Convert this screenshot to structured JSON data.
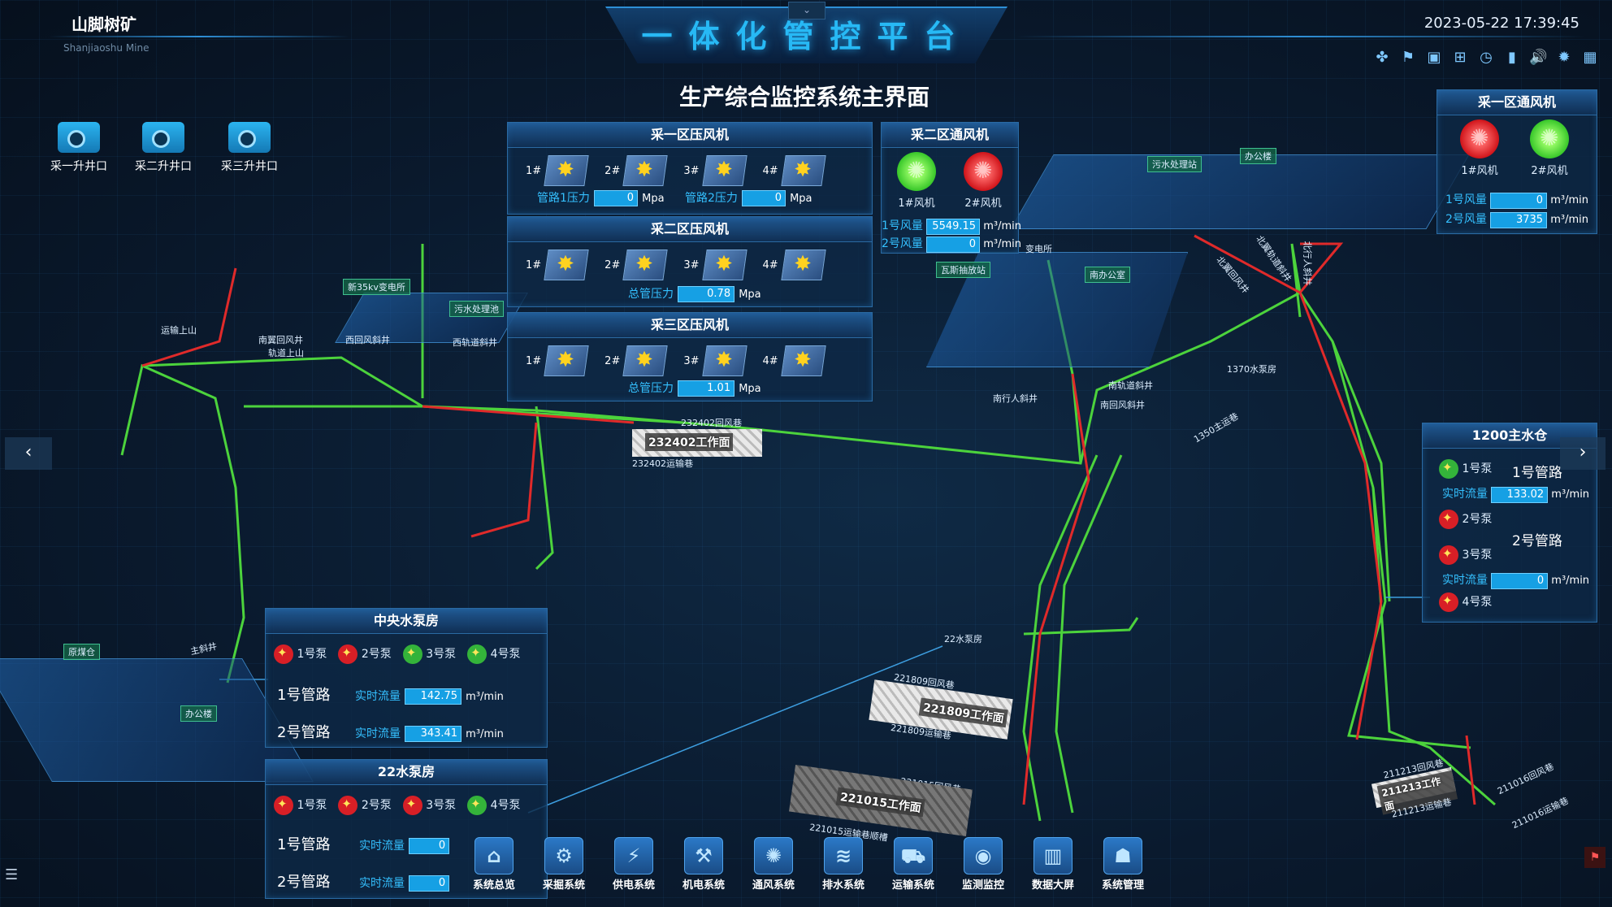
{
  "header": {
    "brand": "山脚树矿",
    "brand_sub": "Shanjiaoshu Mine",
    "title": "一体化管控平台",
    "collapse": "⌄",
    "datetime": "2023-05-22 17:39:45"
  },
  "main_title": "生产综合监控系统主界面",
  "shafts": [
    {
      "label": "采一升井口"
    },
    {
      "label": "采二升井口"
    },
    {
      "label": "采三升井口"
    }
  ],
  "compressors": {
    "zone1": {
      "title": "采一区压风机",
      "units": [
        "1#",
        "2#",
        "3#",
        "4#"
      ],
      "p1_label": "管路1压力",
      "p1": "0",
      "p2_label": "管路2压力",
      "p2": "0",
      "unit": "Mpa"
    },
    "zone2": {
      "title": "采二区压风机",
      "units": [
        "1#",
        "2#",
        "3#",
        "4#"
      ],
      "total_label": "总管压力",
      "total": "0.78",
      "unit": "Mpa"
    },
    "zone3": {
      "title": "采三区压风机",
      "units": [
        "1#",
        "2#",
        "3#",
        "4#"
      ],
      "total_label": "总管压力",
      "total": "1.01",
      "unit": "Mpa"
    }
  },
  "vent2": {
    "title": "采二区通风机",
    "fan1": "1#风机",
    "fan2": "2#风机",
    "flow1_label": "1号风量",
    "flow1": "5549.15",
    "flow2_label": "2号风量",
    "flow2": "0",
    "unit": "m³/min"
  },
  "vent1": {
    "title": "采一区通风机",
    "fan1": "1#风机",
    "fan2": "2#风机",
    "flow1_label": "1号风量",
    "flow1": "0",
    "flow2_label": "2号风量",
    "flow2": "3735",
    "unit": "m³/min"
  },
  "central_pump": {
    "title": "中央水泵房",
    "pumps": [
      "1号泵",
      "2号泵",
      "3号泵",
      "4号泵"
    ],
    "pipe1": "1号管路",
    "pipe2": "2号管路",
    "flow_label": "实时流量",
    "flow1": "142.75",
    "flow2": "343.41",
    "unit": "m³/min"
  },
  "pump22": {
    "title": "22水泵房",
    "pumps": [
      "1号泵",
      "2号泵",
      "3号泵",
      "4号泵"
    ],
    "pipe1": "1号管路",
    "pipe2": "2号管路",
    "flow_label": "实时流量",
    "flow1": "0",
    "flow2": "0"
  },
  "sump1200": {
    "title": "1200主水仓",
    "pumps": [
      "1号泵",
      "2号泵",
      "3号泵",
      "4号泵"
    ],
    "pipe1": "1号管路",
    "pipe2": "2号管路",
    "flow_label": "实时流量",
    "flow1": "133.02",
    "flow2": "0",
    "unit": "m³/min"
  },
  "map_labels": {
    "sub35": "新35kv变电所",
    "sewage_w": "污水处理池",
    "west_return": "西回风斜井",
    "west_rail": "西轨道斜井",
    "haul_up": "运输上山",
    "south_return_rail": "南翼回风井",
    "rail_up": "轨道上山",
    "sewage_e": "污水处理站",
    "office_e": "办公楼",
    "substation": "变电所",
    "gas_pump": "瓦斯抽放站",
    "south_office": "南办公室",
    "north_return": "北翼回风井",
    "north_rail": "北翼轨道斜井",
    "north_walk": "北行人斜井",
    "s1370": "1370水泵房",
    "south_rail": "南轨道斜井",
    "south_walk": "南行人斜井",
    "south_return": "南回风斜井",
    "l1350": "1350主运巷",
    "wf232402_return": "232402回风巷",
    "wf232402": "232402工作面",
    "wf232402_haul": "232402运输巷",
    "main_incline": "主斜井",
    "coal_bunker": "原煤仓",
    "office_w": "办公楼",
    "pump22_loc": "22水泵房",
    "wf221809_return": "221809回风巷",
    "wf221809": "221809工作面",
    "wf221809_haul": "221809运输巷",
    "wf221015_return": "221015回风巷",
    "wf221015": "221015工作面",
    "wf221015_haul": "221015运输巷顺槽",
    "wf211213_return": "211213回风巷",
    "wf211213": "211213工作面",
    "wf211213_haul": "211213运输巷",
    "wf211016_return": "211016回风巷",
    "wf211016_haul": "211016运输巷"
  },
  "nav": [
    {
      "label": "系统总览",
      "icon": "⌂"
    },
    {
      "label": "采掘系统",
      "icon": "⚙"
    },
    {
      "label": "供电系统",
      "icon": "⚡"
    },
    {
      "label": "机电系统",
      "icon": "⚒"
    },
    {
      "label": "通风系统",
      "icon": "✺"
    },
    {
      "label": "排水系统",
      "icon": "≋"
    },
    {
      "label": "运输系统",
      "icon": "⛟"
    },
    {
      "label": "监测监控",
      "icon": "◉"
    },
    {
      "label": "数据大屏",
      "icon": "▥"
    },
    {
      "label": "系统管理",
      "icon": "☗"
    }
  ],
  "arrows": {
    "left": "‹",
    "right": "›"
  },
  "menu_icon": "☰",
  "corner_flag": "⚑",
  "status_icons": [
    "✤",
    "⚑",
    "▣",
    "⊞",
    "◷",
    "▮",
    "🔊",
    "✹",
    "▦"
  ]
}
